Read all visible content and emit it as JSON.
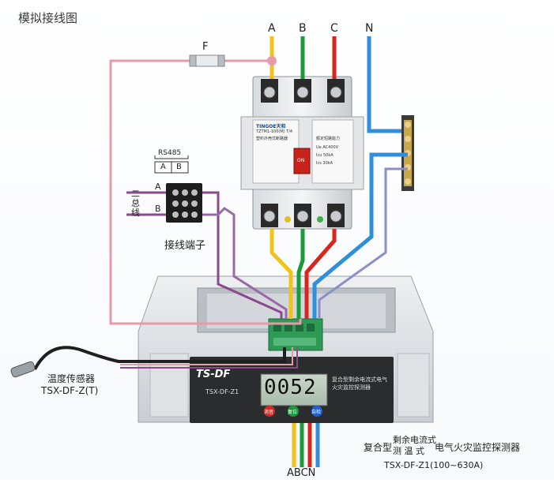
{
  "title": "模拟接线图",
  "phases": {
    "a": "A",
    "b": "B",
    "c": "C",
    "n": "N"
  },
  "fuse": "F",
  "rs485": {
    "title": "RS485",
    "a": "A",
    "b": "B"
  },
  "bus_line": {
    "label": "二总线",
    "a": "A",
    "b": "B"
  },
  "terminal_label": "接线端子",
  "breaker": {
    "brand": "TINGOE天和",
    "model": "TZTM1-100(M) T/4",
    "name": "塑料外壳式断路器",
    "on_label": "ON",
    "rating_title": "额定短路能力",
    "rating_rows": [
      "Ue  AC400V",
      "Icu  50kA",
      "Ics  30kA"
    ]
  },
  "sensor": {
    "name": "温度传感器",
    "model": "TSX-DF-Z(T)"
  },
  "device": {
    "brand": "TS-DF",
    "model": "TSX-DF-Z1",
    "display": "0052",
    "desc": "复合型剩余电流式电气火灾监控探测器",
    "buttons": [
      "消音",
      "复位",
      "自检"
    ]
  },
  "product": {
    "prefix": "复合型",
    "top": "剩余电流式",
    "bottom": "测  温  式",
    "suffix": "电气火灾监控探测器",
    "model": "TSX-DF-Z1(100~630A)"
  },
  "bottom_label": "ABCN",
  "colors": {
    "phase_a": "#f3c21a",
    "phase_b": "#1a9a3a",
    "phase_c": "#d8261e",
    "neutral": "#2f8fd8",
    "pink": "#e89aa8",
    "purple": "#8a4a8c",
    "display": "#111111"
  }
}
